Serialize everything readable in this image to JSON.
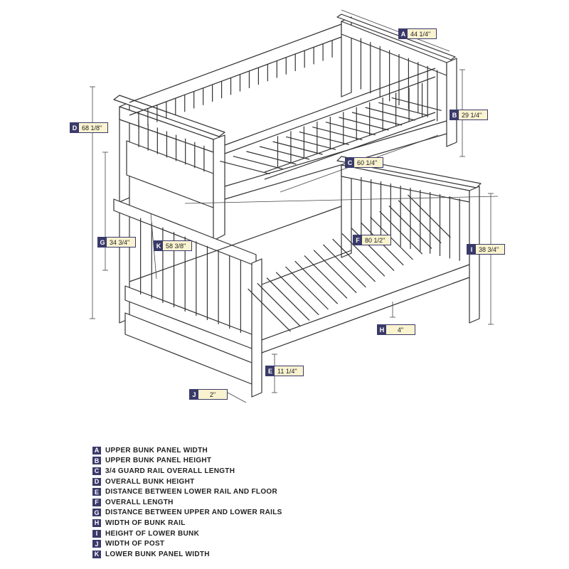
{
  "colors": {
    "accent": "#3a3a6a",
    "callout_fill": "#faf3d0",
    "line": "#333333"
  },
  "dimensions": [
    {
      "id": "A",
      "value": "44 1/4\""
    },
    {
      "id": "B",
      "value": "29 1/4\""
    },
    {
      "id": "C",
      "value": "60 1/4\""
    },
    {
      "id": "D",
      "value": "68 1/8\""
    },
    {
      "id": "E",
      "value": "11 1/4\""
    },
    {
      "id": "F",
      "value": "80 1/2\""
    },
    {
      "id": "G",
      "value": "34 3/4\""
    },
    {
      "id": "H",
      "value": "4\""
    },
    {
      "id": "I",
      "value": "38 3/4\""
    },
    {
      "id": "J",
      "value": "2\""
    },
    {
      "id": "K",
      "value": "58 3/8\""
    }
  ],
  "legend": [
    {
      "id": "A",
      "label": "UPPER BUNK PANEL WIDTH"
    },
    {
      "id": "B",
      "label": "UPPER BUNK PANEL HEIGHT"
    },
    {
      "id": "C",
      "label": "3/4 GUARD RAIL OVERALL LENGTH"
    },
    {
      "id": "D",
      "label": "OVERALL BUNK HEIGHT"
    },
    {
      "id": "E",
      "label": "DISTANCE BETWEEN LOWER RAIL AND FLOOR"
    },
    {
      "id": "F",
      "label": "OVERALL LENGTH"
    },
    {
      "id": "G",
      "label": "DISTANCE BETWEEN UPPER AND LOWER RAILS"
    },
    {
      "id": "H",
      "label": "WIDTH OF BUNK RAIL"
    },
    {
      "id": "I",
      "label": "HEIGHT OF LOWER BUNK"
    },
    {
      "id": "J",
      "label": "WIDTH OF POST"
    },
    {
      "id": "K",
      "label": "LOWER BUNK PANEL WIDTH"
    }
  ]
}
